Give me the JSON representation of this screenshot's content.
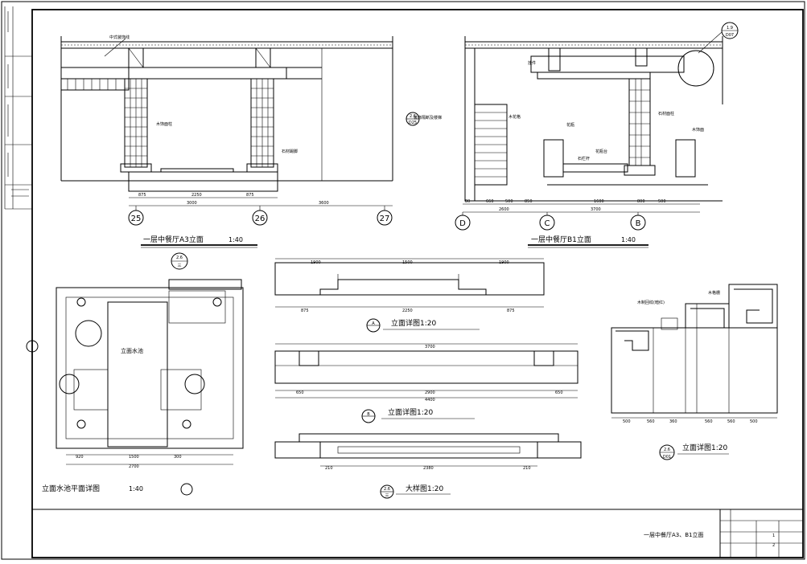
{
  "drawing": {
    "sheet_title": "一层中餐厅A3、B1立面",
    "title_block": {
      "cell_1": "1",
      "cell_2": "2"
    }
  },
  "views": {
    "a3": {
      "caption": "一层中餐厅A3立面",
      "scale": "1:40",
      "labels": {
        "ceiling": "中式装饰线",
        "column": "木饰面柱",
        "base": "石材踢脚"
      }
    },
    "b1": {
      "caption": "一层中餐厅B1立面",
      "scale": "1:40",
      "labels": {
        "beam": "挂件",
        "stair": "装饰隔断及楼梯",
        "planter": "木花格",
        "column": "石材面柱",
        "pedestal": "花瓶台",
        "railing": "石栏杆",
        "vase": "花瓶",
        "surface": "木饰面"
      },
      "ref_callout": {
        "top": "2.6",
        "bottom": "D25"
      }
    },
    "plan": {
      "caption": "立面水池平面详图",
      "scale": "1:40",
      "fill_label": "立面水池",
      "callout": {
        "top": "2.6",
        "bottom": "三"
      }
    },
    "detail_a": {
      "caption": "立面详图1:20",
      "marker": "A"
    },
    "detail_b": {
      "caption": "立面详图1:20",
      "marker": "B"
    },
    "detail_large": {
      "caption": "大样图1:20",
      "callout": {
        "top": "2.6",
        "bottom": "三"
      }
    },
    "detail_right": {
      "caption": "立面详图1:20",
      "callout": {
        "top": "2.6",
        "bottom": "D01"
      },
      "labels": {
        "a": "木制回纹(暗红)",
        "b": "木格栅"
      }
    }
  },
  "axes": {
    "a3": [
      "25",
      "26",
      "27"
    ],
    "b1": [
      "D",
      "C",
      "B"
    ]
  },
  "callouts": {
    "top_right": {
      "top": "1.9",
      "bottom": "D07"
    }
  },
  "dims": {
    "a3_row1": [
      "875",
      "2250",
      "875"
    ],
    "a3_row2": [
      "3000",
      "3600"
    ],
    "b1_row1": [
      "80",
      "660",
      "500",
      "850",
      "1600",
      "500",
      "800"
    ],
    "b1_row2": [
      "2600",
      "3700"
    ],
    "detail_a_top": [
      "1900",
      "1500",
      "1900"
    ],
    "detail_a_bot": [
      "875",
      "2250",
      "875"
    ],
    "detail_b_top": [
      "3700"
    ],
    "detail_b_bot": [
      "650",
      "2900",
      "650"
    ],
    "detail_b_total": [
      "4400"
    ],
    "large_bot": [
      "210",
      "2380",
      "210"
    ],
    "plan_bot": [
      "920",
      "1500",
      "300"
    ],
    "plan_total": [
      "2700"
    ],
    "right_bot": [
      "500",
      "560",
      "360",
      "560",
      "560",
      "500"
    ]
  }
}
